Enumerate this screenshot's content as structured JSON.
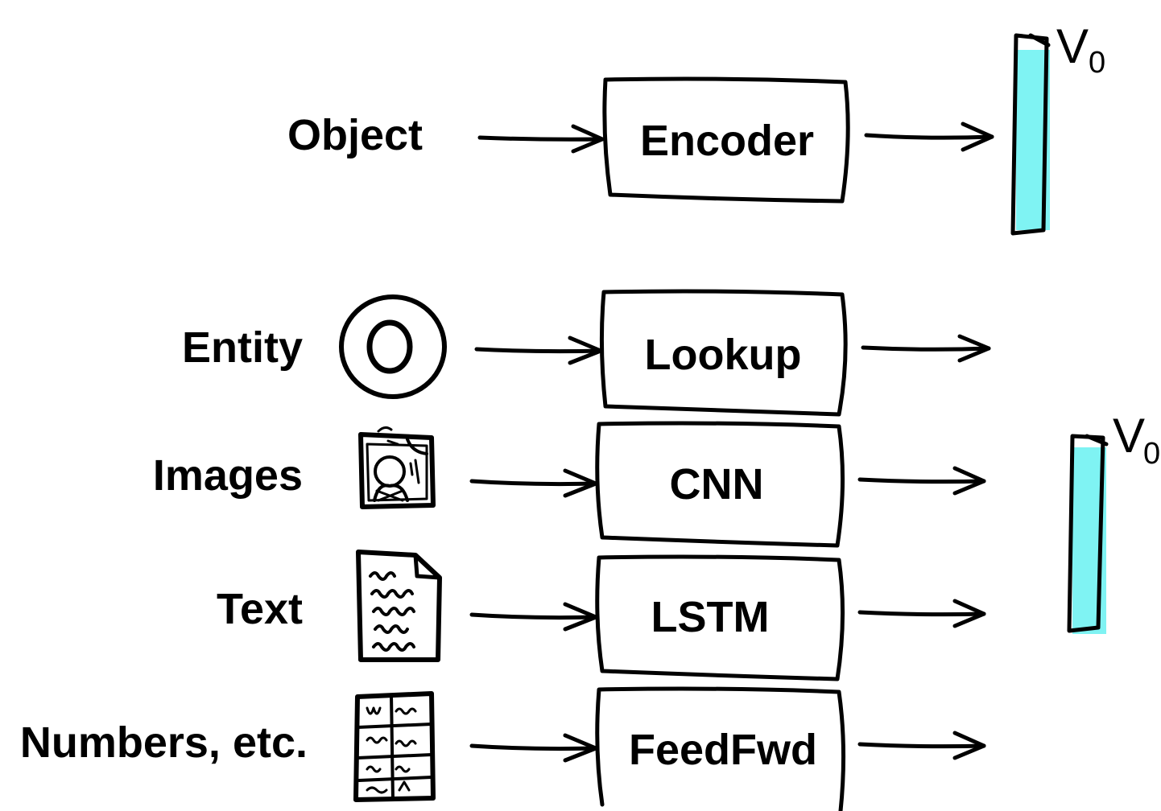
{
  "top_row": {
    "input_label": "Object",
    "module_label": "Encoder",
    "output_vector_label": "V0"
  },
  "rows": [
    {
      "input_label": "Entity",
      "icon": "circle-entity-icon",
      "module_label": "Lookup"
    },
    {
      "input_label": "Images",
      "icon": "image-photo-icon",
      "module_label": "CNN"
    },
    {
      "input_label": "Text",
      "icon": "text-document-icon",
      "module_label": "LSTM"
    },
    {
      "input_label": "Numbers, etc.",
      "icon": "table-grid-icon",
      "module_label": "FeedFwd"
    }
  ],
  "shared_output_vector_label": "V0",
  "colors": {
    "vector_fill": "#7ff3f3",
    "ink": "#000000"
  }
}
